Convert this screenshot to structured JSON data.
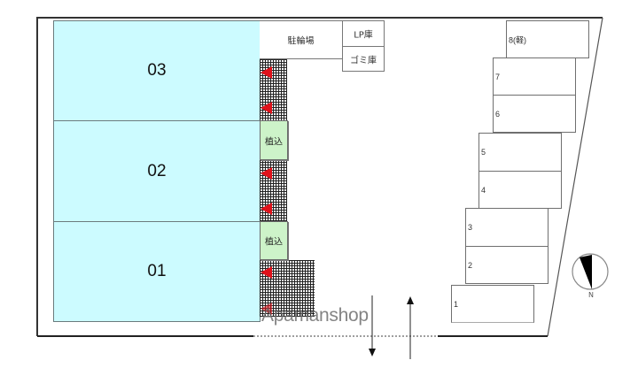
{
  "site_plan": {
    "units": [
      {
        "id": "unit-03",
        "label": "03"
      },
      {
        "id": "unit-02",
        "label": "02"
      },
      {
        "id": "unit-01",
        "label": "01"
      }
    ],
    "facilities": {
      "bicycle_parking": "駐輪場",
      "lp_storage": "LP庫",
      "garbage_storage": "ゴミ庫"
    },
    "planting_label": "植込",
    "planting_areas": [
      "植込",
      "植込"
    ],
    "parking_spaces": [
      {
        "number": "8(軽)"
      },
      {
        "number": "7"
      },
      {
        "number": "6"
      },
      {
        "number": "5"
      },
      {
        "number": "4"
      },
      {
        "number": "3"
      },
      {
        "number": "2"
      },
      {
        "number": "1"
      }
    ],
    "compass": {
      "label": "N"
    },
    "entrance_arrows": [
      "in",
      "out"
    ],
    "colors": {
      "unit_fill": "#ccfbff",
      "planting_fill": "#cdf3c9",
      "arrow_red": "#e0121b"
    }
  },
  "watermark": "Apamanshop"
}
